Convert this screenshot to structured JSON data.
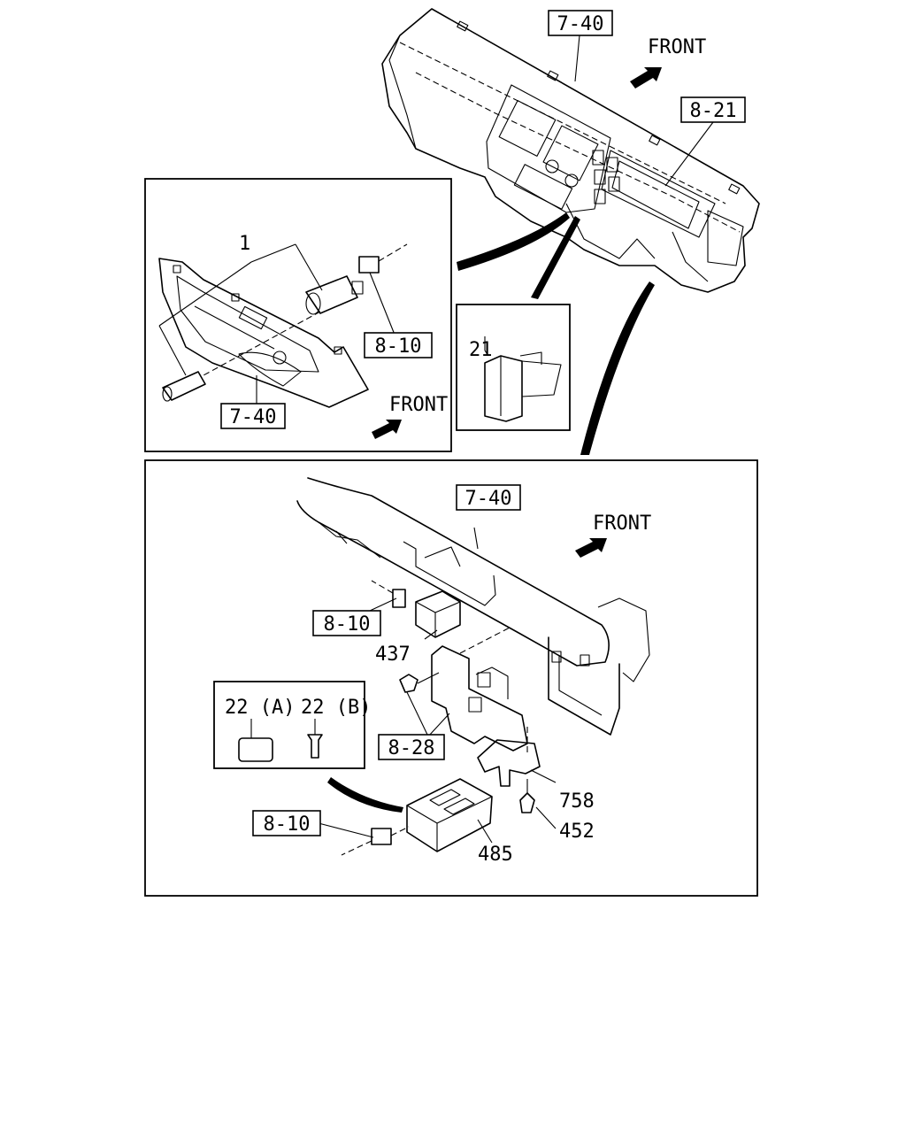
{
  "front_labels": {
    "top": "FRONT",
    "inset_left": "FRONT",
    "inset_bottom": "FRONT"
  },
  "callouts": {
    "top_7_40": "7-40",
    "top_8_21": "8-21",
    "inset_part_1": "1",
    "inset_8_10": "8-10",
    "inset_7_40": "7-40",
    "inset_part_21": "21",
    "bottom_7_40": "7-40",
    "bottom_8_10_upper": "8-10",
    "bottom_437": "437",
    "bottom_8_28": "8-28",
    "bottom_758": "758",
    "bottom_452": "452",
    "bottom_8_10_lower": "8-10",
    "bottom_485": "485"
  },
  "legend": {
    "a_label": "22 (A)",
    "b_label": "22 (B)"
  },
  "icons": [
    "front-arrow-icon"
  ]
}
